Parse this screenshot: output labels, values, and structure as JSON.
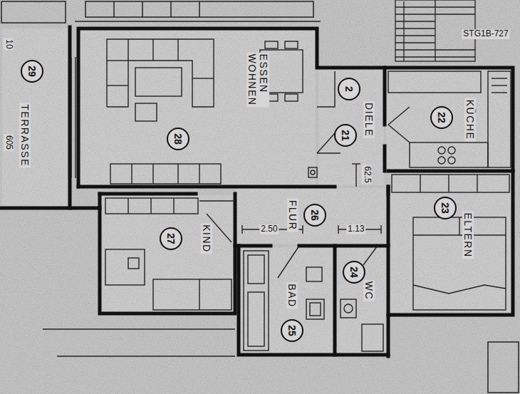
{
  "diagram": {
    "nodes": [
      {
        "text": [
          "TERRASSE"
        ]
      },
      {
        "text": [
          "29"
        ],
        "in": 0
      },
      {
        "text": [
          "ESSEN WOHNEN"
        ]
      },
      {
        "text": [
          "28"
        ],
        "in": 2
      },
      {
        "text": [
          "DIELE"
        ]
      },
      {
        "text": [
          "2"
        ],
        "in": 4
      },
      {
        "text": [
          "21"
        ],
        "in": 4
      },
      {
        "text": [
          "KÜCHE"
        ]
      },
      {
        "text": [
          "22"
        ],
        "in": 7
      },
      {
        "text": [
          "ELTERN"
        ]
      },
      {
        "text": [
          "23"
        ],
        "in": 9
      },
      {
        "text": [
          "FLUR"
        ]
      },
      {
        "text": [
          "26"
        ],
        "in": 11
      },
      {
        "text": [
          "KIND"
        ]
      },
      {
        "text": [
          "27"
        ],
        "in": 13
      },
      {
        "text": [
          "BAD"
        ]
      },
      {
        "text": [
          "25"
        ],
        "in": 15
      },
      {
        "text": [
          "WC"
        ]
      },
      {
        "text": [
          "24"
        ],
        "in": 17
      }
    ],
    "labels": [
      "STG1B-727",
      "10",
      "605",
      "62.5",
      "2.50",
      "1.13"
    ]
  }
}
